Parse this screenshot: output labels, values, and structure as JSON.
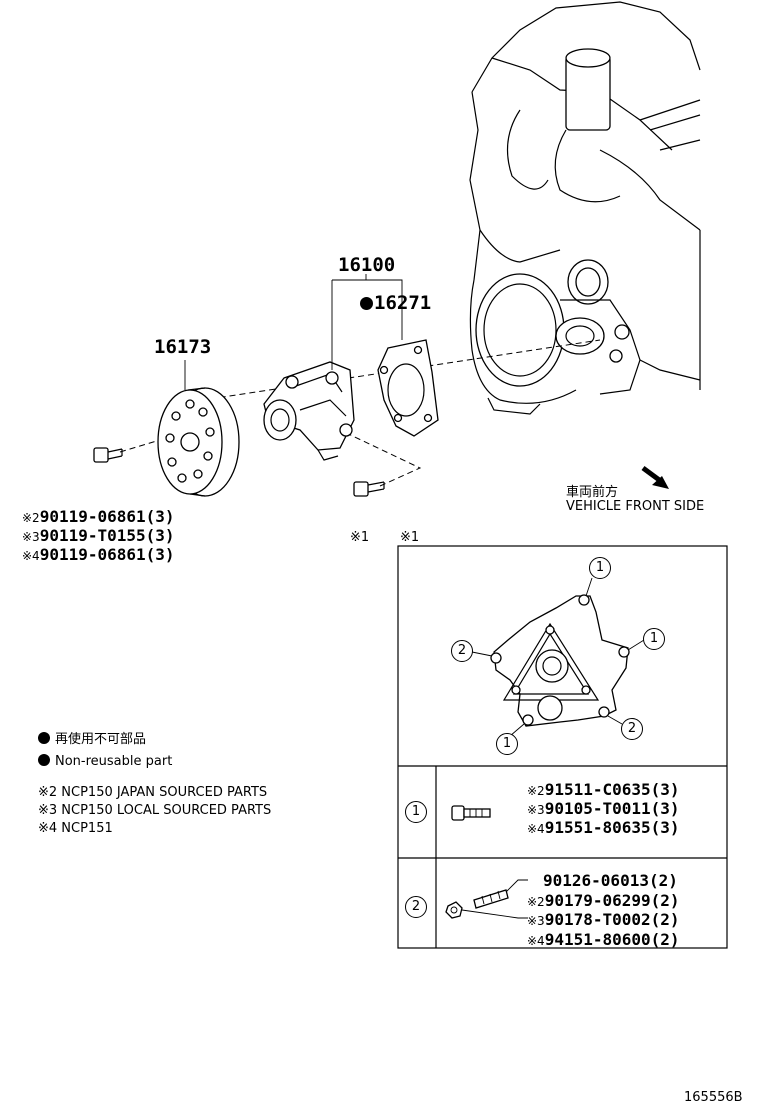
{
  "callouts": {
    "pump_assy": "16100",
    "gasket": "16271",
    "pulley": "16173"
  },
  "pulley_bolts": [
    {
      "mark": "※2",
      "part": "90119-06861(3)"
    },
    {
      "mark": "※3",
      "part": "90119-T0155(3)"
    },
    {
      "mark": "※4",
      "part": "90119-06861(3)"
    }
  ],
  "ref_mark_bolt": "※1",
  "ref_mark_box": "※1",
  "direction": {
    "jp": "車両前方",
    "en": "VEHICLE FRONT SIDE"
  },
  "legend": {
    "nonreusable_jp": "再使用不可部品",
    "nonreusable_en": "Non-reusable part",
    "notes": [
      "※2 NCP150 JAPAN SOURCED PARTS",
      "※3 NCP150 LOCAL SOURCED PARTS",
      "※4 NCP151"
    ]
  },
  "detail_box": {
    "markers": [
      "1",
      "1",
      "2",
      "1",
      "2"
    ],
    "row1": {
      "key": "1",
      "parts": [
        {
          "mark": "※2",
          "part": "91511-C0635(3)"
        },
        {
          "mark": "※3",
          "part": "90105-T0011(3)"
        },
        {
          "mark": "※4",
          "part": "91551-80635(3)"
        }
      ]
    },
    "row2": {
      "key": "2",
      "parts": [
        {
          "mark": "",
          "part": "90126-06013(2)"
        },
        {
          "mark": "※2",
          "part": "90179-06299(2)"
        },
        {
          "mark": "※3",
          "part": "90178-T0002(2)"
        },
        {
          "mark": "※4",
          "part": "94151-80600(2)"
        }
      ]
    }
  },
  "figure_id": "165556B"
}
